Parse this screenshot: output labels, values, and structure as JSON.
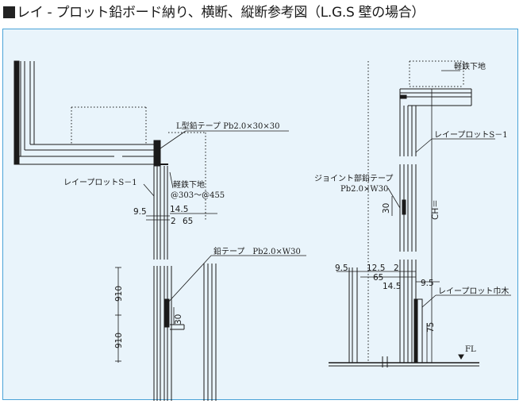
{
  "title": "■レイ - プロット鉛ボード納り、横断、縦断参考図（L.G.S 壁の場合）",
  "colors": {
    "panel_bg": "#e9f4fb",
    "panel_border": "#4aa3d8",
    "ink": "#1a1a1a"
  },
  "left_section": {
    "lead_tape_L": "L型鉛テープ Pb2.0×30×30",
    "board_S1": "レイープロットS－1",
    "steel_base": "軽鉄下地",
    "steel_pitch": "@303～@455",
    "dim_9_5": "9.5",
    "dim_14_5": "14.5",
    "dim_2": "2",
    "dim_65": "65",
    "lead_tape": "鉛テープ　Pb2.0×W30",
    "dim_30": "30",
    "dim_910_a": "910",
    "dim_910_b": "910"
  },
  "right_section": {
    "steel_base": "軽鉄下地",
    "board_S1": "レイープロットS－1",
    "joint_tape_line1": "ジョイント部鉛テープ",
    "joint_tape_line2": "Pb2.0×W30",
    "dim_30": "30",
    "ch": "CH＝",
    "dim_9_5_left": "9.5",
    "dim_12_5": "12.5",
    "dim_2": "2",
    "dim_65": "65",
    "dim_14_5": "14.5",
    "dim_9_5_right": "9.5",
    "baseboard": "レイープロット巾木",
    "dim_75": "75",
    "fl": "FL"
  }
}
